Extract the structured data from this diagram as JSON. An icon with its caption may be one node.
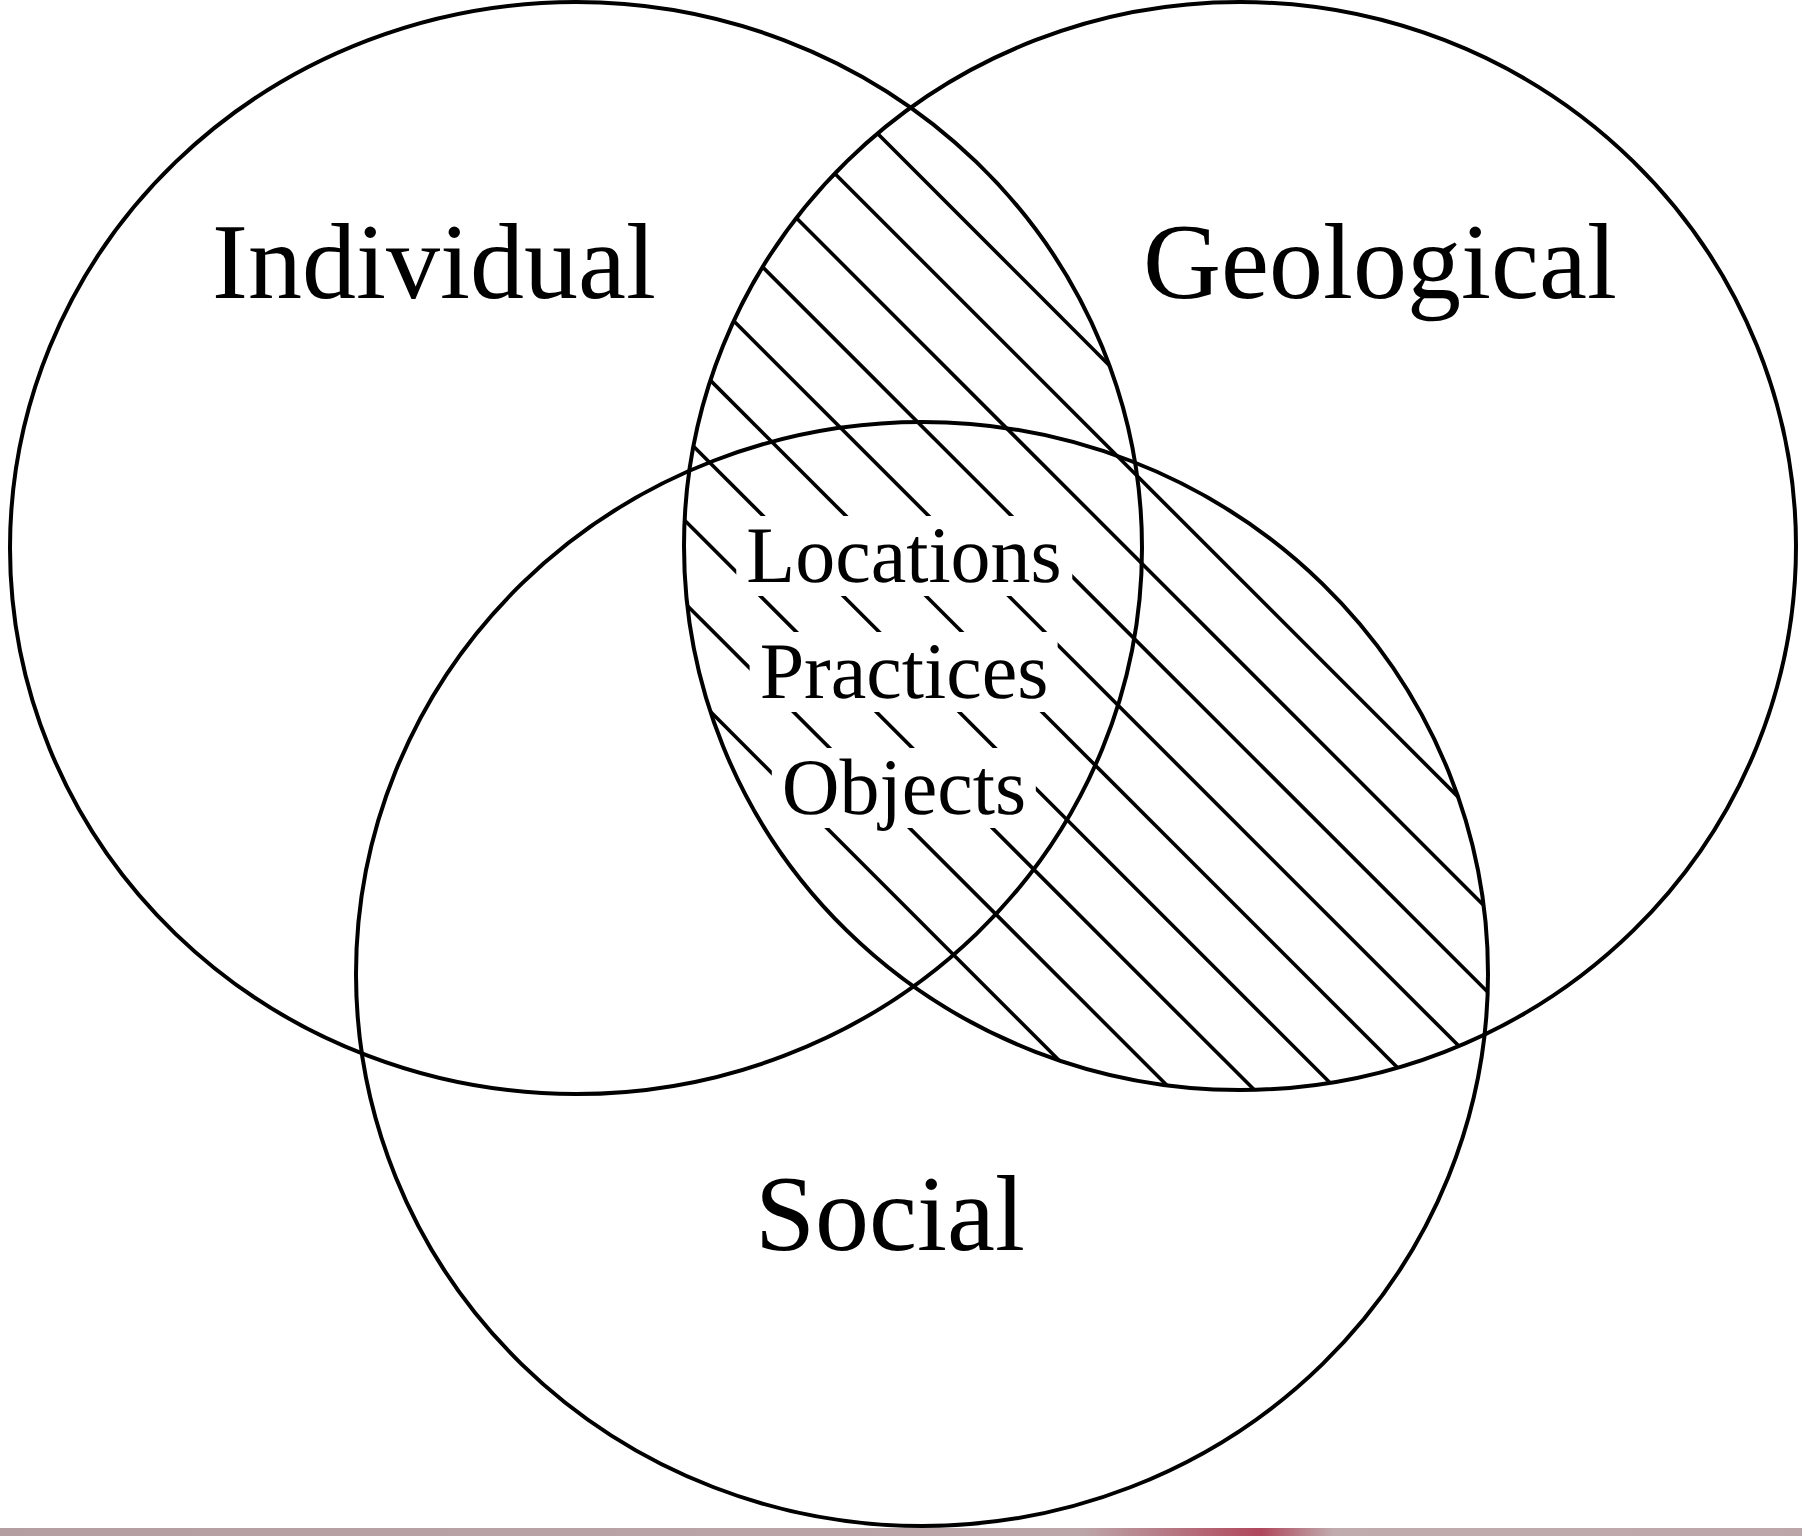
{
  "diagram": {
    "nodes": [
      {
        "text": [
          "Individual"
        ]
      },
      {
        "text": [
          "Geological"
        ]
      },
      {
        "text": [
          "Social"
        ]
      }
    ],
    "labels": [
      "Locations",
      "Practices",
      "Objects"
    ]
  }
}
